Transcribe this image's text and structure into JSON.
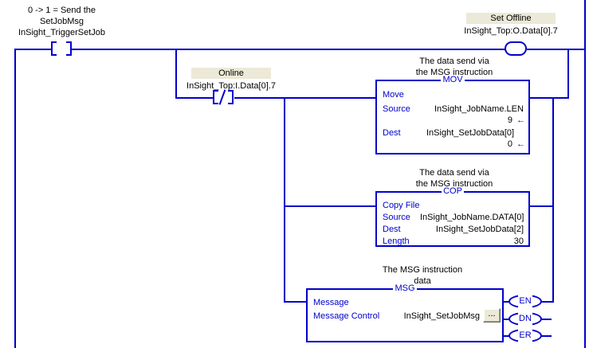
{
  "diagram": {
    "type": "ladder-logic-rung",
    "title": "InSight SetJob MSG rung"
  },
  "rung_inputs": {
    "trigger": {
      "comment": "0 -> 1 = Send the\nSetJobMsg",
      "tag": "InSight_TriggerSetJob",
      "contact_type": "XIC"
    },
    "online": {
      "description": "Online",
      "tag": "InSight_Top:I.Data[0].7",
      "contact_type": "XIO"
    }
  },
  "rung_outputs": {
    "set_offline": {
      "description": "Set Offline",
      "tag": "InSight_Top:O.Data[0].7",
      "coil_type": "OTE"
    }
  },
  "blocks": [
    {
      "mnemonic": "MOV",
      "comment": "The data send via\nthe MSG instruction",
      "name": "Move",
      "operands": [
        {
          "label": "Source",
          "operand": "InSight_JobName.LEN",
          "value": "9"
        },
        {
          "label": "Dest",
          "operand": "InSight_SetJobData[0]",
          "value": "0"
        }
      ]
    },
    {
      "mnemonic": "COP",
      "comment": "The data send via\nthe MSG instruction",
      "name": "Copy File",
      "operands": [
        {
          "label": "Source",
          "operand": "InSight_JobName.DATA[0]",
          "value": ""
        },
        {
          "label": "Dest",
          "operand": "InSight_SetJobData[2]",
          "value": ""
        },
        {
          "label": "Length",
          "operand": "",
          "value": "30"
        }
      ]
    },
    {
      "mnemonic": "MSG",
      "comment": "The MSG instruction\ndata",
      "name": "Message",
      "operands": [
        {
          "label": "Message Control",
          "operand": "InSight_SetJobMsg",
          "value": ""
        }
      ],
      "browse_label": "...",
      "status_bits": [
        "EN",
        "DN",
        "ER"
      ]
    }
  ],
  "colors": {
    "wire": "#0000cc",
    "instruction_text": "#0000cc",
    "operand_text": "#000000",
    "highlight_background": "#ece9d8",
    "background": "#ffffff"
  }
}
